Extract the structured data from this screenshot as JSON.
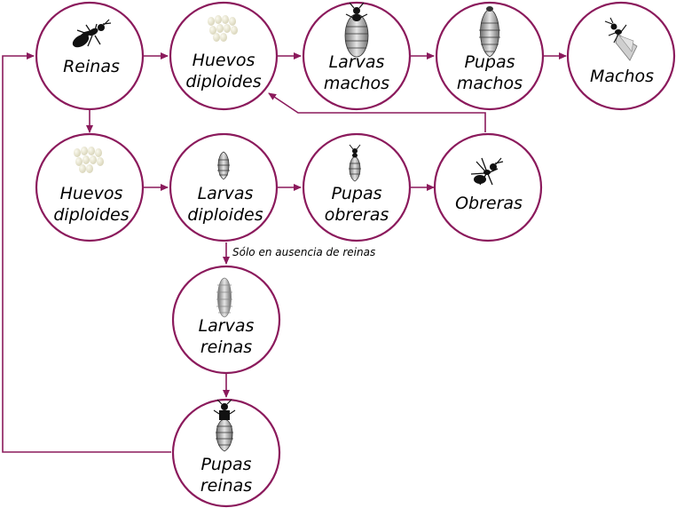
{
  "nodes": {
    "reinas": [
      "Reinas"
    ],
    "huevos_top": [
      "Huevos",
      "diploides"
    ],
    "larvas_machos": [
      "Larvas",
      "machos"
    ],
    "pupas_machos": [
      "Pupas",
      "machos"
    ],
    "machos": [
      "Machos"
    ],
    "huevos_mid": [
      "Huevos",
      "diploides"
    ],
    "larvas_diploides": [
      "Larvas",
      "diploides"
    ],
    "pupas_obreras": [
      "Pupas",
      "obreras"
    ],
    "obreras": [
      "Obreras"
    ],
    "larvas_reinas": [
      "Larvas",
      "reinas"
    ],
    "pupas_reinas": [
      "Pupas",
      "reinas"
    ]
  },
  "annotation": "Sólo en ausencia de reinas",
  "colors": {
    "accent": "#8b1a5c"
  }
}
